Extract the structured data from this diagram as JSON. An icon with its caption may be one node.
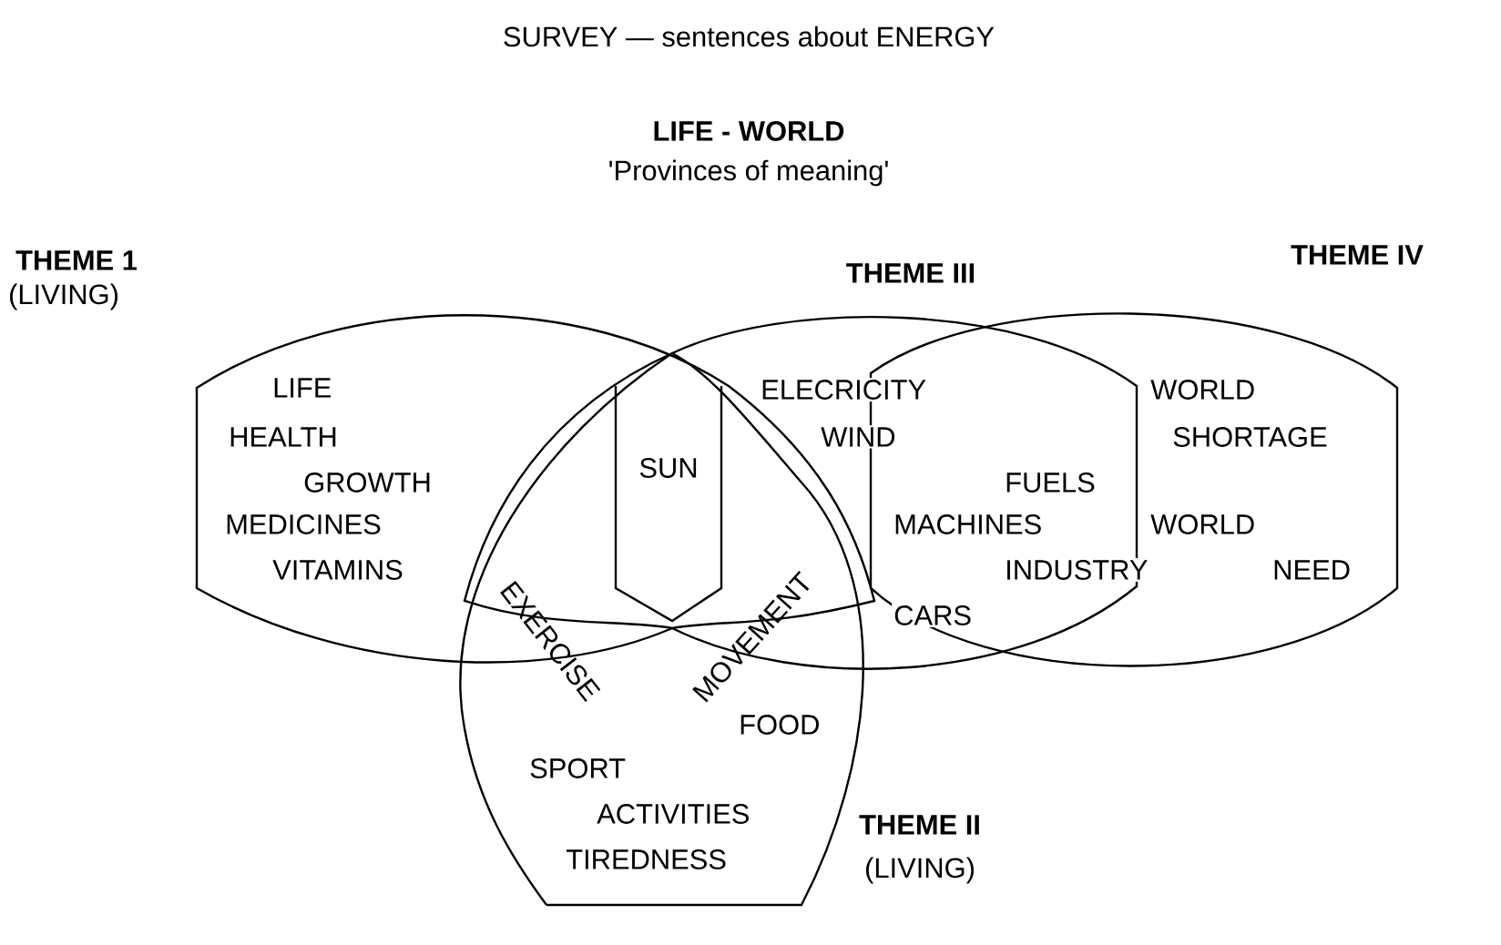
{
  "diagram": {
    "title": "SURVEY — sentences about ENERGY",
    "nodes": [
      {
        "text": [
          "THEME 1",
          "(LIVING)"
        ]
      },
      {
        "text": [
          "THEME III"
        ]
      },
      {
        "text": [
          "THEME IV"
        ]
      },
      {
        "text": [
          "SUN"
        ]
      },
      {
        "text": [
          "THEME II",
          "(LIVING)"
        ]
      }
    ],
    "labels": [
      "LIFE - WORLD",
      "'Provinces of meaning'",
      "LIFE",
      "HEALTH",
      "GROWTH",
      "MEDICINES",
      "VITAMINS",
      "ELECRICITY",
      "WIND",
      "WORLD",
      "SHORTAGE",
      "FUELS",
      "MACHINES",
      "WORLD",
      "INDUSTRY",
      "NEED",
      "EXERCISE",
      "MOVEMENT",
      "CARS",
      "FOOD",
      "SPORT",
      "ACTIVITIES",
      "TIREDNESS"
    ]
  }
}
